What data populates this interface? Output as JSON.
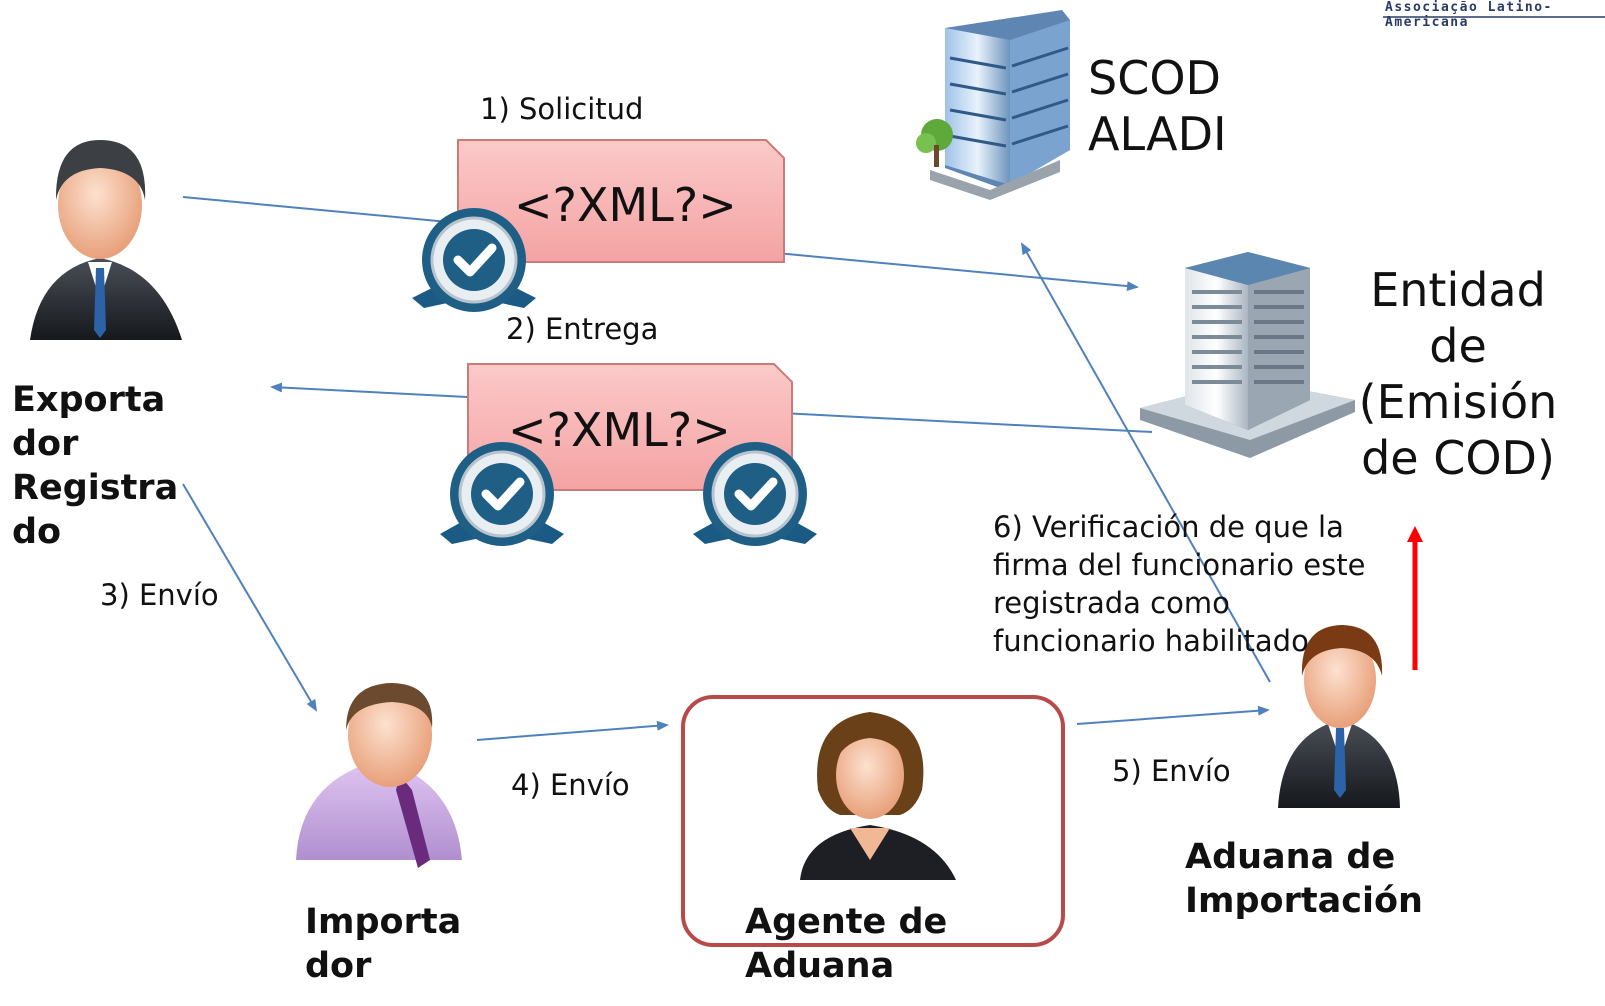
{
  "header": {
    "logo_text": "Associação Latino-Americana"
  },
  "documents": {
    "doc1": {
      "step_label": "1) Solicitud",
      "content": "<?XML?>"
    },
    "doc2": {
      "step_label": "2) Entrega",
      "content": "<?XML?>"
    }
  },
  "actors": {
    "exportador": {
      "label": "Exporta dor Registra do"
    },
    "importador": {
      "label": "Importa dor"
    },
    "agente": {
      "label": "Agente de Aduana"
    },
    "aduana": {
      "label": "Aduana de Importación"
    },
    "scod": {
      "label_line1": "SCOD",
      "label_line2": "ALADI"
    },
    "entidad": {
      "label": "Entidad de (Emisión de COD)"
    }
  },
  "steps": {
    "envio3": "3) Envío",
    "envio4": "4) Envío",
    "envio5": "5) Envío",
    "verificacion": "6) Verificación de que la firma del funcionario este registrada como funcionario habilitado"
  },
  "colors": {
    "doc_fill": "#f7b4b4",
    "doc_stroke": "#c77b7b",
    "arrow": "#4f81bd",
    "red_arrow": "#ff0000",
    "badge": "#1f5f86",
    "agent_box": "#b84a4a"
  }
}
